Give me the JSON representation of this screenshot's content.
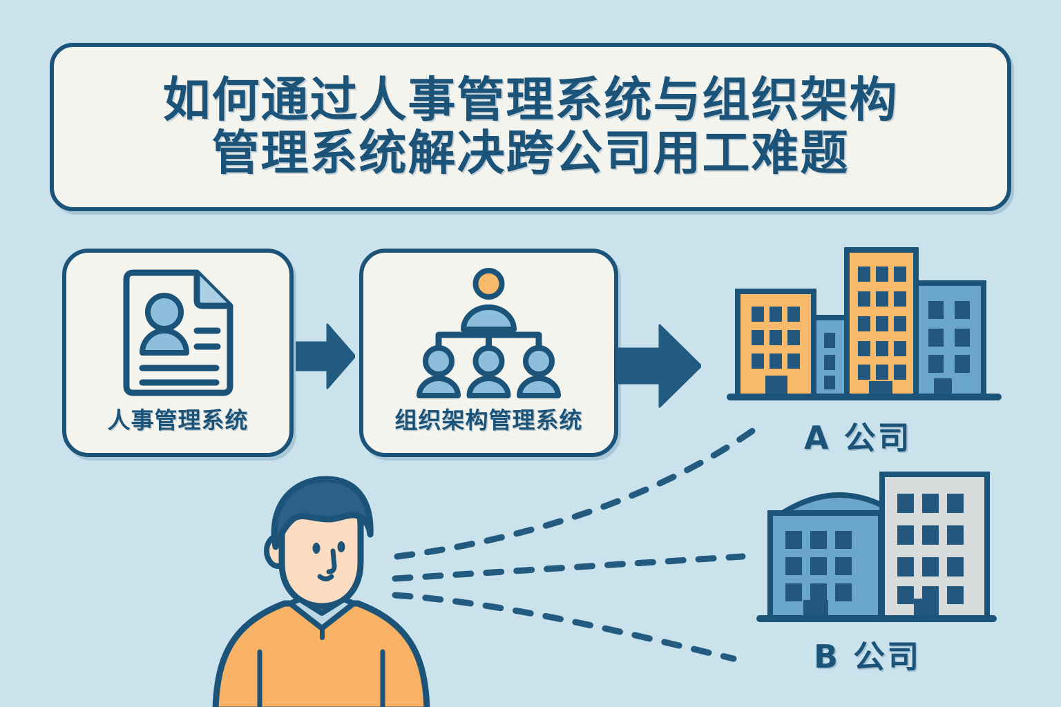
{
  "meta": {
    "background_color": "#c9e2ec",
    "ink_color": "#1c5379",
    "panel_color": "#f4f4ef",
    "accent_orange": "#f7b96a",
    "accent_blue": "#97c4dd",
    "building_blue": "#6aa6cc",
    "building_gray": "#d8dcdd"
  },
  "title": {
    "line1": "如何通过人事管理系统与组织架构",
    "line2": "管理系统解决跨公司用工难题"
  },
  "cards": [
    {
      "id": "hr",
      "label": "人事管理系统",
      "icon": "document-person-icon"
    },
    {
      "id": "org",
      "label": "组织架构管理系统",
      "icon": "org-chart-icon"
    }
  ],
  "arrows": [
    {
      "id": "arrow-1",
      "icon": "arrow-right-icon"
    },
    {
      "id": "arrow-2",
      "icon": "arrow-right-icon"
    }
  ],
  "companies": [
    {
      "id": "a",
      "label": "A 公司",
      "buildings": [
        {
          "color": "orange",
          "window_rows": 3,
          "window_cols": 3
        },
        {
          "color": "blue",
          "window_rows": 3,
          "window_cols": 1
        },
        {
          "color": "orange",
          "window_rows": 5,
          "window_cols": 3
        },
        {
          "color": "blue",
          "window_rows": 3,
          "window_cols": 2
        }
      ]
    },
    {
      "id": "b",
      "label": "B 公司",
      "buildings": [
        {
          "color": "blue",
          "window_rows": 3,
          "window_cols": 3,
          "roof": "arched"
        },
        {
          "color": "gray",
          "window_rows": 4,
          "window_cols": 3,
          "roof": "flat"
        }
      ]
    }
  ],
  "person": {
    "icon": "person-portrait-icon",
    "hair_color": "#2c5f8a",
    "skin_color": "#fbdcc0",
    "sweater_color": "#f7b265",
    "collar_color": "#bcd8e4"
  },
  "connectors": {
    "icon": "dashed-link-lines",
    "count": 3,
    "from": "person",
    "to": [
      "A 公司",
      "A 公司",
      "B 公司"
    ]
  }
}
